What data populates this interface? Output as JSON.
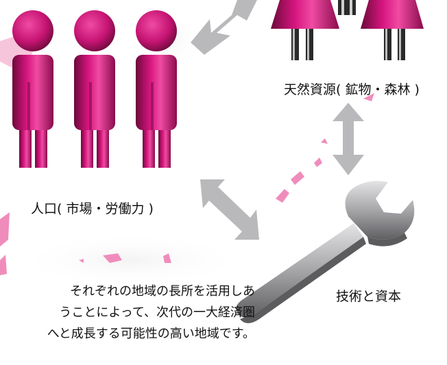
{
  "labels": {
    "resources": "天然資源( 鉱物・森林 )",
    "population": "人口( 市場・労働力 )",
    "tech": "技術と資本"
  },
  "description": {
    "line1": "それぞれの地域の長所を活用しあ",
    "line2": "うことによって、次代の一大経済圏",
    "line3": "へと成長する可能性の高い地域です。"
  },
  "icons": {
    "people": "person-icon",
    "resources": "resource-cone-icon",
    "tech": "wrench-icon",
    "relation": "double-arrow-icon"
  },
  "colors": {
    "magenta": "#d6157f",
    "dark_magenta": "#6b0a3a",
    "arrow_gray": "#b9b9bc",
    "wrench_gray": "#9a9a9d",
    "map_pink": "#f08cbc"
  }
}
